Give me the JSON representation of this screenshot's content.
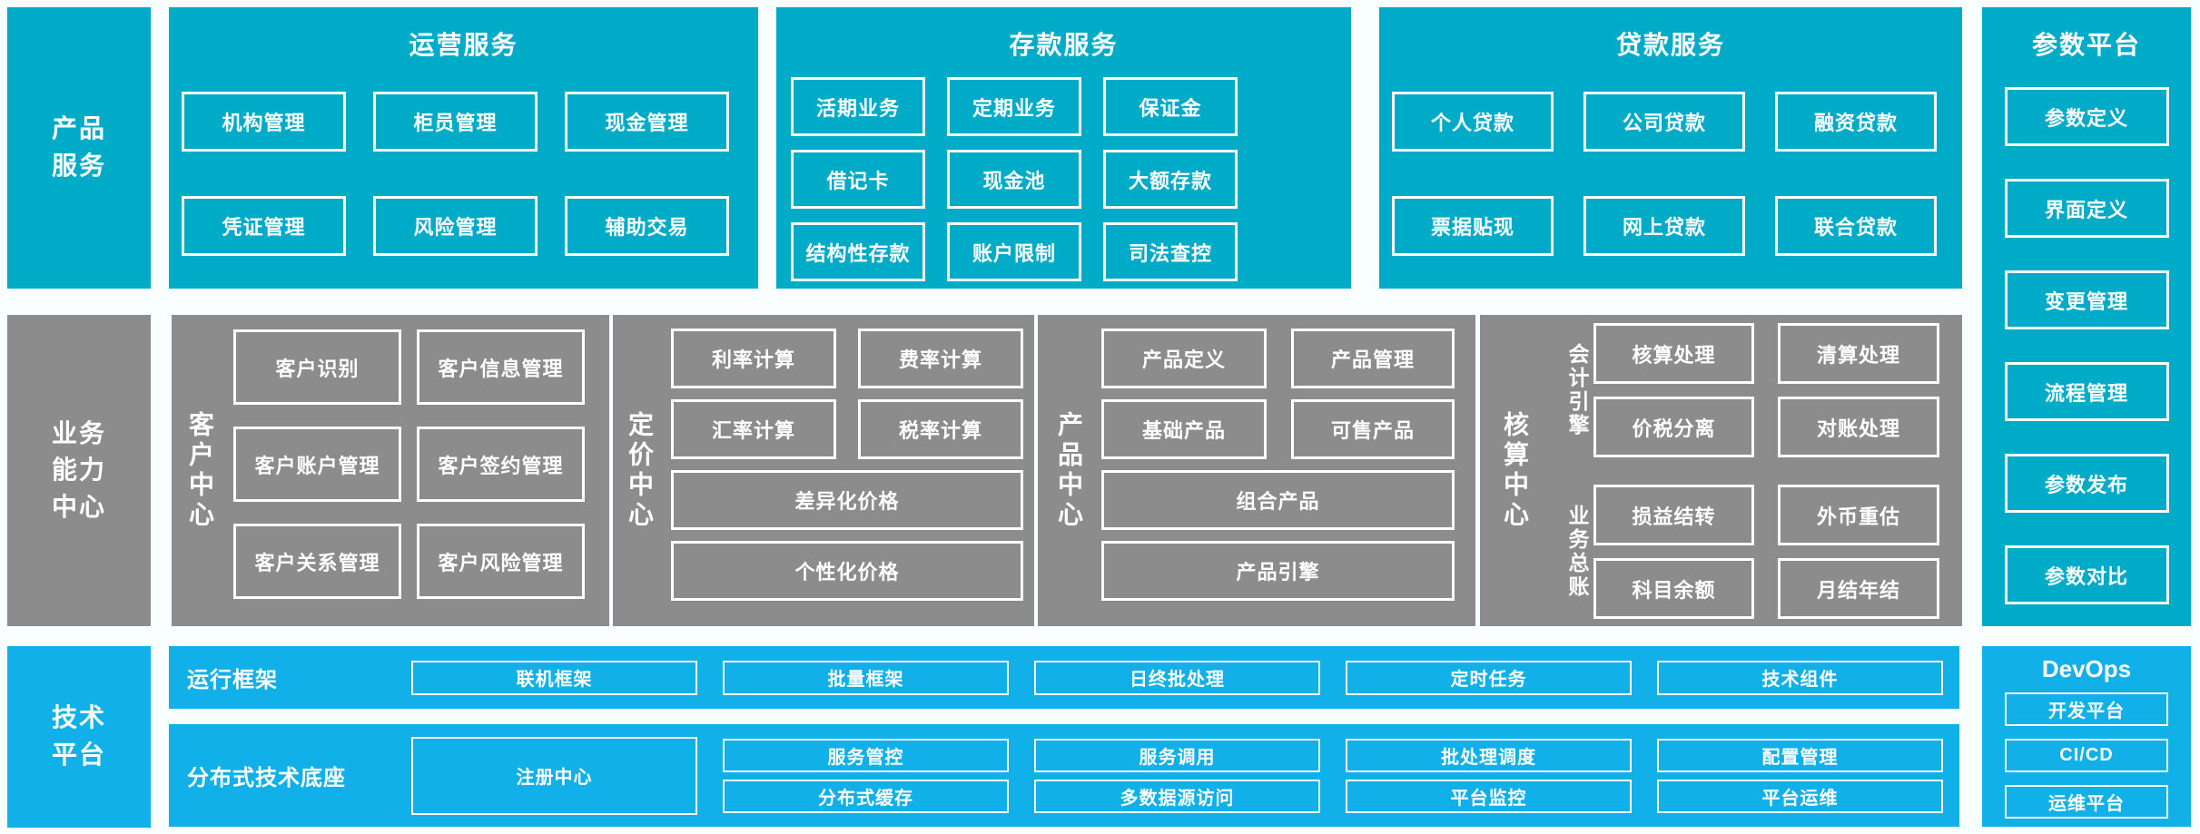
{
  "palette": {
    "teal": "#00abc8",
    "gray": "#8c8c8c",
    "blue": "#12b0e8",
    "page_bg": "#f9feff",
    "box_border": "#ffffff"
  },
  "sidebar": {
    "product_services": "产品\n服务",
    "business_capability": "业务\n能力\n中心",
    "technology_platform": "技术\n平台"
  },
  "operations": {
    "title": "运营服务",
    "items": [
      "机构管理",
      "柜员管理",
      "现金管理",
      "凭证管理",
      "风险管理",
      "辅助交易"
    ]
  },
  "deposit": {
    "title": "存款服务",
    "items": [
      "活期业务",
      "定期业务",
      "保证金",
      "借记卡",
      "现金池",
      "大额存款",
      "结构性存款",
      "账户限制",
      "司法查控"
    ]
  },
  "loan": {
    "title": "贷款服务",
    "items": [
      "个人贷款",
      "公司贷款",
      "融资贷款",
      "票据贴现",
      "网上贷款",
      "联合贷款"
    ]
  },
  "parameter_platform": {
    "title": "参数平台",
    "items": [
      "参数定义",
      "界面定义",
      "变更管理",
      "流程管理",
      "参数发布",
      "参数对比"
    ]
  },
  "customer_center": {
    "label": "客户中心",
    "items": [
      "客户识别",
      "客户信息管理",
      "客户账户管理",
      "客户签约管理",
      "客户关系管理",
      "客户风险管理"
    ]
  },
  "pricing_center": {
    "label": "定价中心",
    "items": [
      "利率计算",
      "费率计算",
      "汇率计算",
      "税率计算"
    ],
    "wide_items": [
      "差异化价格",
      "个性化价格"
    ]
  },
  "product_center": {
    "label": "产品中心",
    "items": [
      "产品定义",
      "产品管理",
      "基础产品",
      "可售产品"
    ],
    "wide_items": [
      "组合产品",
      "产品引擎"
    ]
  },
  "accounting_center": {
    "label": "核算中心",
    "groups": [
      {
        "label": "会计引擎",
        "items": [
          "核算处理",
          "清算处理",
          "价税分离",
          "对账处理"
        ]
      },
      {
        "label": "业务总账",
        "items": [
          "损益结转",
          "外币重估",
          "科目余额",
          "月结年结"
        ]
      }
    ]
  },
  "runtime_framework": {
    "label": "运行框架",
    "items": [
      "联机框架",
      "批量框架",
      "日终批处理",
      "定时任务",
      "技术组件"
    ]
  },
  "distributed_base": {
    "label": "分布式技术底座",
    "registry": "注册中心",
    "items": [
      "服务管控",
      "分布式缓存",
      "服务调用",
      "多数据源访问",
      "批处理调度",
      "平台监控",
      "配置管理",
      "平台运维"
    ]
  },
  "devops": {
    "title": "DevOps",
    "items": [
      "开发平台",
      "CI/CD",
      "运维平台"
    ]
  }
}
